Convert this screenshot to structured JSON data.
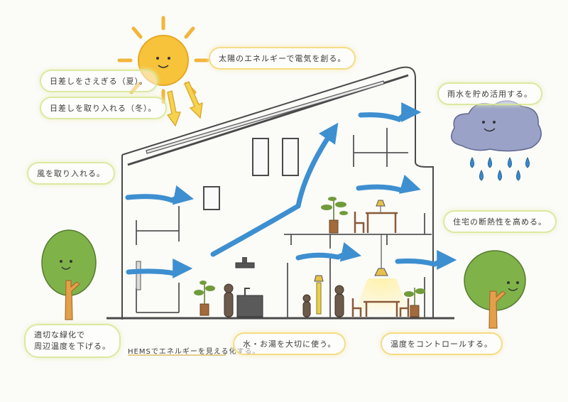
{
  "labels": {
    "solar": "太陽のエネルギーで電気を創る。",
    "shade_summer": "日差しをさえぎる（夏）。",
    "sun_winter": "日差しを取り入れる（冬）。",
    "wind": "風を取り入れる。",
    "rainwater": "雨水を貯め活用する。",
    "insulation": "住宅の断熱性を高める。",
    "greening_line1": "適切な緑化で",
    "greening_line2": "周辺温度を下げる。",
    "hems": "HEMSでエネルギーを見える化する。",
    "water": "水・お湯を大切に使う。",
    "humidity": "温度をコントロールする。"
  },
  "colors": {
    "arrow_blue": "#3d8fd0",
    "sun_yellow": "#f7c33a",
    "tree_green": "#7fb34a",
    "trunk_orange": "#e3a04a",
    "cloud_gray": "#9aa3c7",
    "rain_blue": "#3a8ad0",
    "outline": "#4a4a4a",
    "lamp_light": "#fff1a8"
  },
  "icons": [
    "sun-icon",
    "cloud-icon",
    "tree-icon",
    "plant-icon",
    "person-icon",
    "lamp-icon",
    "chair-icon",
    "table-icon",
    "solar-panel-icon"
  ]
}
